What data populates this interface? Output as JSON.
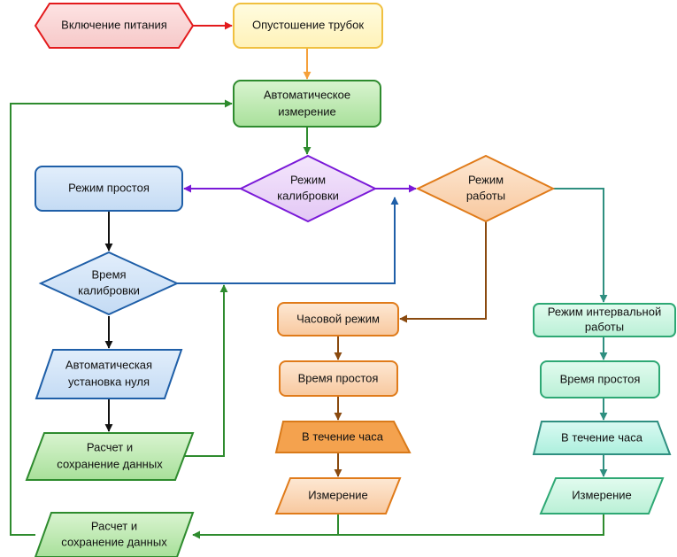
{
  "nodes": {
    "power_on": "Включение питания",
    "tube_empty": "Опустошение трубок",
    "auto_measure": [
      "Автоматическое",
      "измерение"
    ],
    "calib_mode": [
      "Режим",
      "калибровки"
    ],
    "work_mode": [
      "Режим",
      "работы"
    ],
    "idle_mode": "Режим простоя",
    "calib_time": [
      "Время",
      "калибровки"
    ],
    "auto_zero": [
      "Автоматическая",
      "установка нуля"
    ],
    "calc_save_left": [
      "Расчет и",
      "сохранение данных"
    ],
    "calc_save_bottom": [
      "Расчет и",
      "сохранение данных"
    ],
    "hourly_mode": "Часовой режим",
    "idle_time_mid": "Время простоя",
    "within_hour_mid": "В течение часа",
    "measure_mid": "Измерение",
    "interval_mode": [
      "Режим интервальной",
      "работы"
    ],
    "idle_time_right": "Время простоя",
    "within_hour_right": "В течение часа",
    "measure_right": "Измерение"
  },
  "colors": {
    "red": "#e31a1c",
    "yellow": "#f0c040",
    "orange_arrow": "#f5a03a",
    "green": "#2e8b2e",
    "purple": "#7a19d8",
    "blue": "#1f5fa8",
    "brown": "#8a4a0f",
    "teal": "#2f8f80"
  }
}
